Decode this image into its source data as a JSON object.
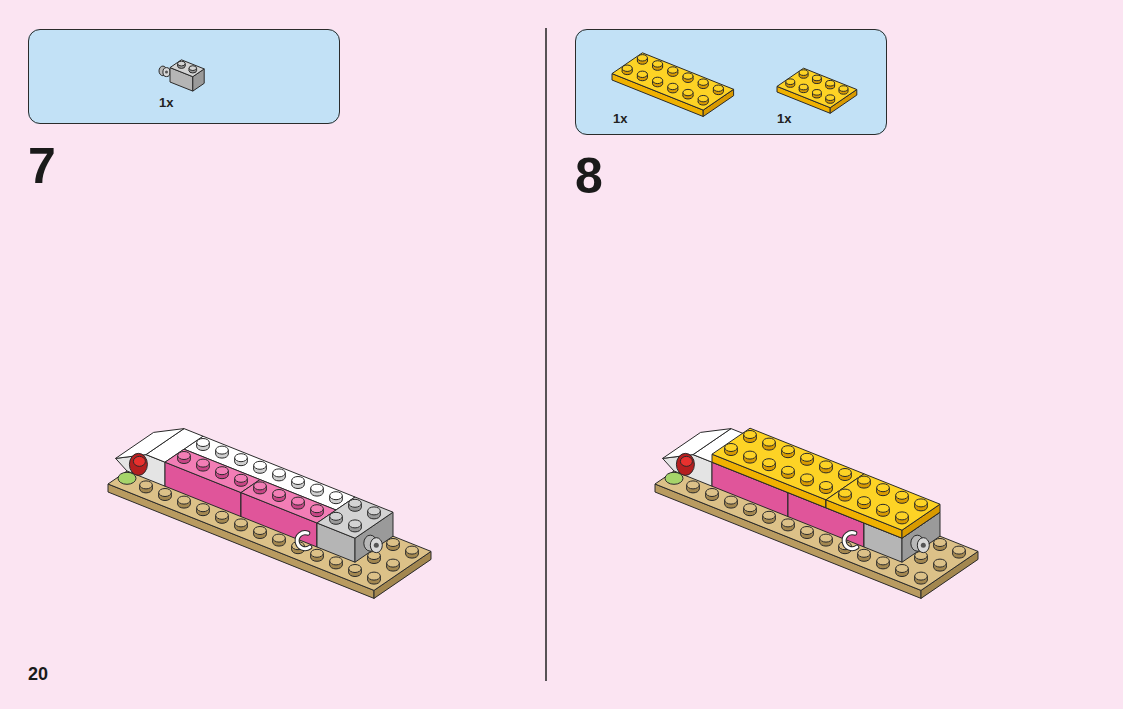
{
  "diagram": {
    "nodes": [
      {
        "text": [
          "1x"
        ]
      },
      {
        "text": [
          "1x",
          "1x"
        ]
      }
    ],
    "labels": [
      "7",
      "8",
      "20"
    ]
  }
}
